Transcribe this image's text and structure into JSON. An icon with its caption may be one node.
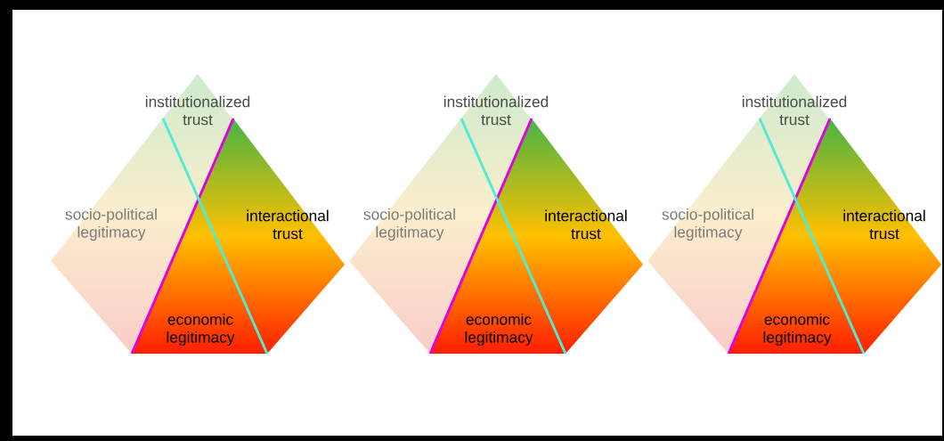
{
  "diagram": {
    "labels": [
      "institutionalized trust",
      "institutionalized trust",
      "institutionalized trust",
      "socio-political legitimacy",
      "interactional trust",
      "socio-political legitimacy",
      "interactional trust",
      "socio-political legitimacy",
      "interactional trust",
      "economic legitimacy",
      "economic legitimacy",
      "economic legitimacy"
    ]
  }
}
